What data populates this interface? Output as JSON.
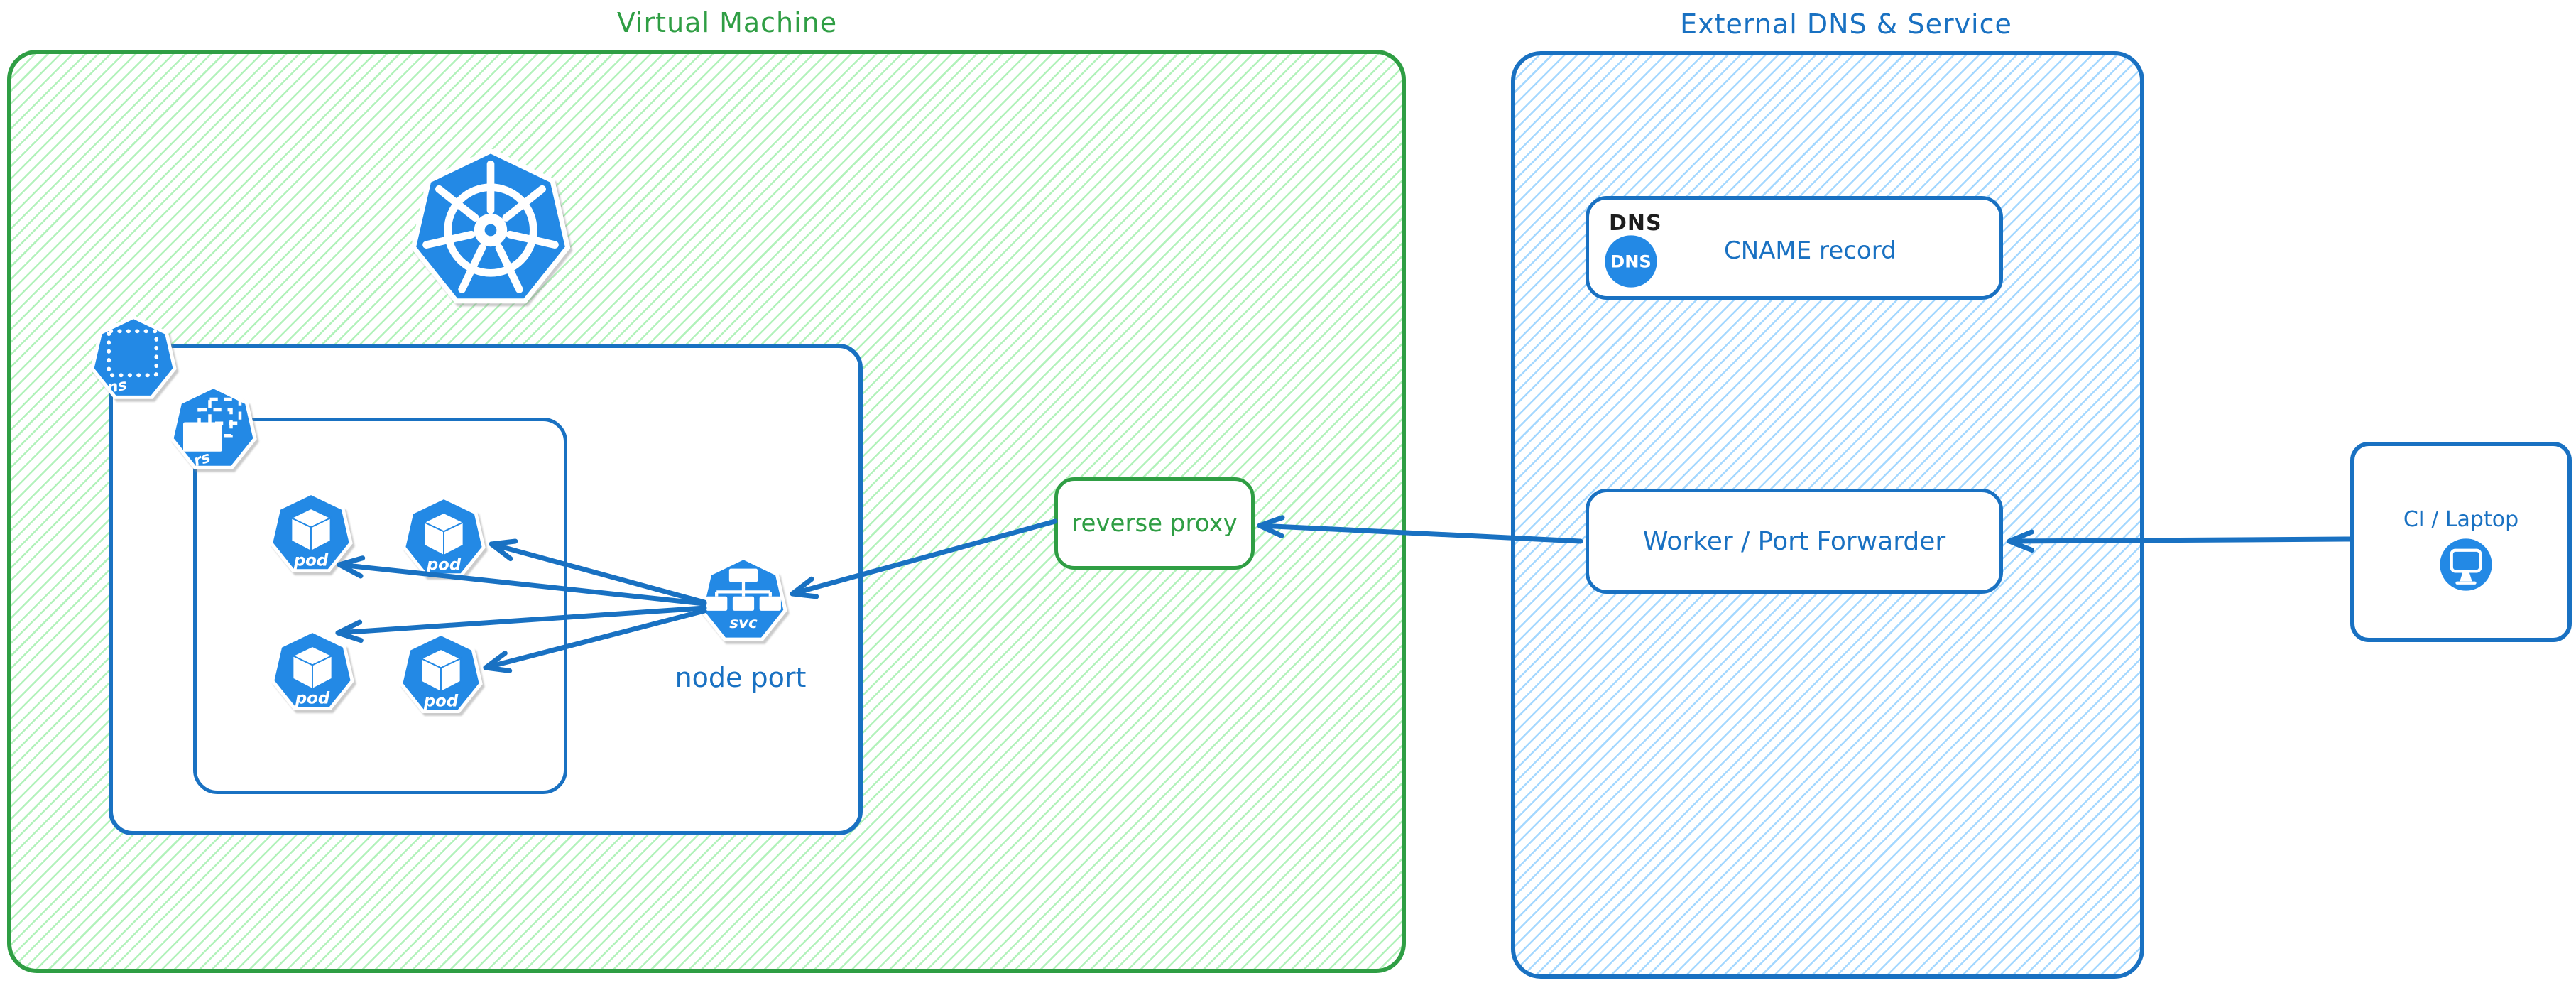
{
  "colors": {
    "green_stroke": "#2f9e44",
    "green_hatch": "#b2f2bb",
    "blue_stroke": "#1971c2",
    "blue_hatch": "#a5d8ff",
    "icon_blue": "#2389e5",
    "text_black": "#1e1e1e"
  },
  "icons": {
    "kubernetes": "helm-wheel-heptagon",
    "namespace": "dashed-square-heptagon",
    "replicaset": "stacked-rectangles-heptagon",
    "pod": "cube-heptagon",
    "service": "node-tree-heptagon",
    "dns": "round-dns-badge",
    "client": "monitor-badge"
  },
  "vm": {
    "title": "Virtual Machine",
    "namespace_icon_label": "ns",
    "replicaset_icon_label": "rs",
    "pods": [
      {
        "label": "pod"
      },
      {
        "label": "pod"
      },
      {
        "label": "pod"
      },
      {
        "label": "pod"
      }
    ],
    "service_icon_label": "svc",
    "service_caption": "node port",
    "reverse_proxy_label": "reverse proxy"
  },
  "external": {
    "title": "External DNS & Service",
    "dns_card": {
      "tag": "DNS",
      "badge": "DNS",
      "record_label": "CNAME record"
    },
    "worker_label": "Worker / Port Forwarder"
  },
  "client": {
    "label": "CI / Laptop"
  }
}
